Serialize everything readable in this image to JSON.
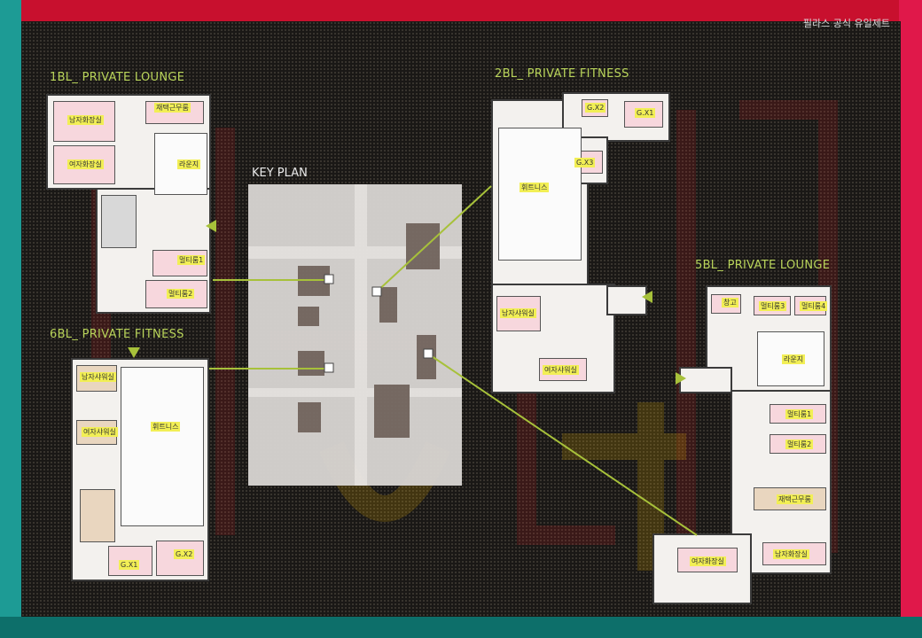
{
  "header": {
    "corner_left": "",
    "corner_right": "필라스 공식 유일제트"
  },
  "key_plan": {
    "title": "KEY PLAN"
  },
  "plans": {
    "bl1": {
      "title": "1BL_ PRIVATE LOUNGE",
      "rooms": [
        "남자화장실",
        "여자화장실",
        "재택근무룸",
        "라운지",
        "멀티룸1",
        "멀티룸2"
      ]
    },
    "bl2": {
      "title": "2BL_ PRIVATE FITNESS",
      "rooms": [
        "G.X2",
        "G.X1",
        "G.X3",
        "휘트니스",
        "남자샤워실",
        "여자샤워실"
      ]
    },
    "bl5": {
      "title": "5BL_ PRIVATE LOUNGE",
      "rooms": [
        "창고",
        "멀티룸3",
        "멀티룸4",
        "라운지",
        "멀티룸1",
        "멀티룸2",
        "재택근무룸",
        "여자화장실",
        "남자화장실"
      ]
    },
    "bl6": {
      "title": "6BL_ PRIVATE FITNESS",
      "rooms": [
        "남자샤워실",
        "여자샤워실",
        "휘트니스",
        "G.X1",
        "G.X2"
      ]
    }
  },
  "colors": {
    "accent": "#a7c13a",
    "frame_red": "#c8102e",
    "frame_teal": "#1d9b95"
  }
}
